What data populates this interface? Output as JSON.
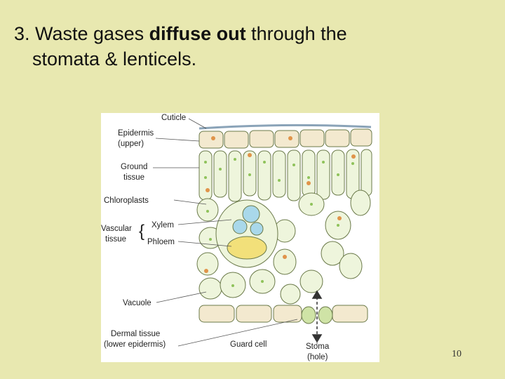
{
  "slide": {
    "heading_prefix": "3. Waste gases ",
    "heading_bold": "diffuse out",
    "heading_suffix": " through the",
    "heading_line2": "stomata & lenticels.",
    "page_number": "10"
  },
  "diagram": {
    "labels": {
      "cuticle": "Cuticle",
      "epidermis_1": "Epidermis",
      "epidermis_2": "(upper)",
      "ground_1": "Ground",
      "ground_2": "tissue",
      "chloroplasts": "Chloroplasts",
      "vascular_1": "Vascular",
      "vascular_2": "tissue",
      "xylem": "Xylem",
      "phloem": "Phloem",
      "vacuole": "Vacuole",
      "dermal_1": "Dermal tissue",
      "dermal_2": "(lower epidermis)",
      "guard_cell": "Guard cell",
      "stoma_1": "Stoma",
      "stoma_2": "(hole)"
    },
    "colors": {
      "background": "#e8e8b0",
      "cell_fill": "#eef5dc",
      "cell_stroke": "#6b7a4a",
      "epidermis_fill": "#f3e9cf",
      "xylem_fill": "#a9d8ea",
      "phloem_fill": "#f2e07a",
      "chloroplast": "#8fc25a",
      "nucleus": "#e0944a"
    }
  }
}
